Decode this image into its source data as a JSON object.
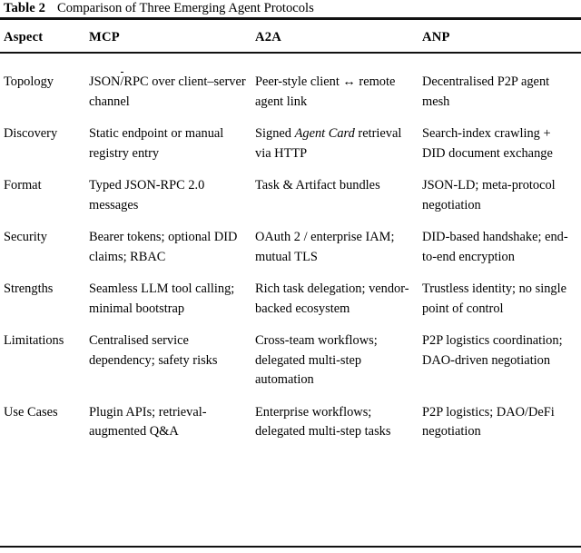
{
  "caption": {
    "label": "Table 2",
    "text": "Comparison of Three Emerging Agent Protocols"
  },
  "table": {
    "headers": [
      "Aspect",
      "MCP",
      "A2A",
      "ANP"
    ],
    "rows": [
      {
        "aspect": "Topology",
        "mcp_pre": "JSON",
        "mcp_mid": "/",
        "mcp_post": "RPC over client–server channel",
        "a2a": "Peer-style client ↔ remote agent link",
        "anp": "Decentralised P2P agent mesh"
      },
      {
        "aspect": "Discovery",
        "mcp": "Static endpoint or manual registry entry",
        "a2a_pre": "Signed ",
        "a2a_italic": "Agent Card",
        "a2a_post": " retrieval via HTTP",
        "anp": "Search-index crawling + DID document exchange"
      },
      {
        "aspect": "Format",
        "mcp": "Typed JSON-RPC 2.0 messages",
        "a2a": "Task & Artifact bundles",
        "anp": "JSON-LD; meta-protocol negotiation"
      },
      {
        "aspect": "Security",
        "mcp": "Bearer tokens; optional DID claims; RBAC",
        "a2a": "OAuth 2 / enterprise IAM; mutual TLS",
        "anp": "DID-based handshake; end-to-end encryption"
      },
      {
        "aspect": "Strengths",
        "mcp": "Seamless LLM tool calling; minimal bootstrap",
        "a2a": "Rich task delegation; vendor-backed ecosystem",
        "anp": "Trustless identity; no single point of control"
      },
      {
        "aspect": "Limitations",
        "mcp": "Centralised service dependency; safety risks",
        "a2a": "Cross-team workflows; delegated multi-step automation",
        "anp": "P2P logistics coordination; DAO-driven negotiation"
      },
      {
        "aspect": "Use Cases",
        "mcp": "Plugin APIs; retrieval-augmented Q&A",
        "a2a": "Enterprise workflows; delegated multi-step tasks",
        "anp": "P2P logistics; DAO/DeFi negotiation"
      }
    ]
  },
  "colors": {
    "page_background": "#ffffff",
    "text": "#000000",
    "rule": "#111111"
  }
}
